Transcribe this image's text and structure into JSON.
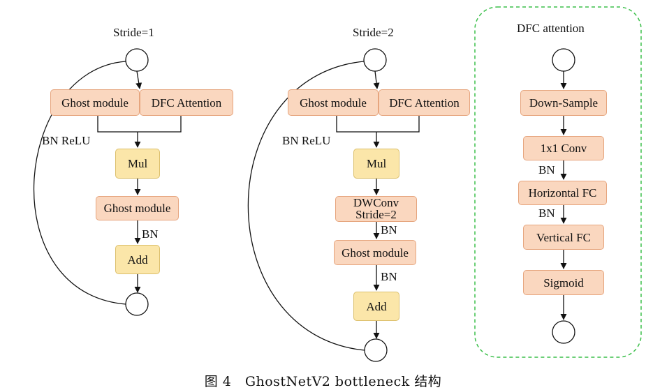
{
  "left": {
    "title": "Stride=1",
    "ghost_module_top": "Ghost module",
    "dfc_attention": "DFC Attention",
    "bn_relu": "BN ReLU",
    "mul": "Mul",
    "ghost_module_bottom": "Ghost module",
    "bn": "BN",
    "add": "Add"
  },
  "middle": {
    "title": "Stride=2",
    "ghost_module_top": "Ghost module",
    "dfc_attention": "DFC Attention",
    "bn_relu": "BN ReLU",
    "mul": "Mul",
    "dwconv_line1": "DWConv",
    "dwconv_line2": "Stride=2",
    "bn_after_dwconv": "BN",
    "ghost_module_bottom": "Ghost module",
    "bn": "BN",
    "add": "Add"
  },
  "right": {
    "title": "DFC attention",
    "down_sample": "Down-Sample",
    "conv1x1": "1x1 Conv",
    "bn1": "BN",
    "horizontal_fc": "Horizontal FC",
    "bn2": "BN",
    "vertical_fc": "Vertical FC",
    "sigmoid": "Sigmoid"
  },
  "caption": "图 4　GhostNetV2 bottleneck 结构",
  "colors": {
    "module_fill": "#fad7bf",
    "module_border": "#e6a57e",
    "op_fill": "#fbe6a9",
    "op_border": "#dcc06d",
    "dashed_border": "#3bbf4a"
  }
}
